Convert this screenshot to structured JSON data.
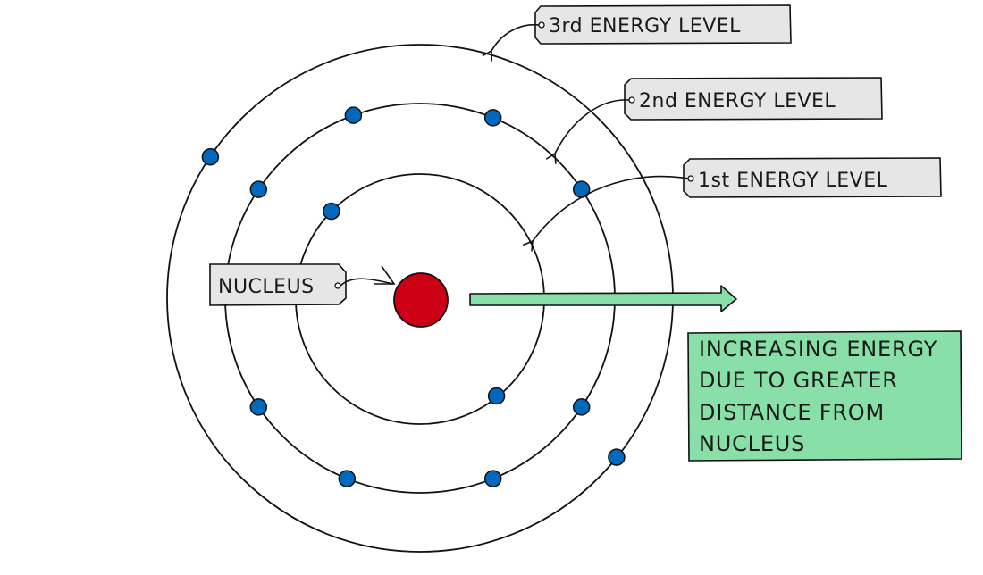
{
  "title": "Atomic energy levels diagram",
  "colors": {
    "nucleus": "#cc0014",
    "electron": "#0069be",
    "energy_arrow": "#88e0a8",
    "tag_fill": "#e6e6e6",
    "stroke": "#111111"
  },
  "labels": {
    "level3": "3rd ENERGY  LEVEL",
    "level2": "2nd ENERGY  LEVEL",
    "level1": "1st ENERGY  LEVEL",
    "nucleus": "NUCLEUS"
  },
  "energy_note": {
    "lines": [
      "INCREASING  ENERGY",
      "DUE  TO  GREATER",
      "DISTANCE  FROM",
      "NUCLEUS"
    ]
  },
  "shells": [
    {
      "name": "1st energy level",
      "electrons": 2
    },
    {
      "name": "2nd energy level",
      "electrons": 8
    },
    {
      "name": "3rd energy level",
      "electrons": 2
    }
  ]
}
